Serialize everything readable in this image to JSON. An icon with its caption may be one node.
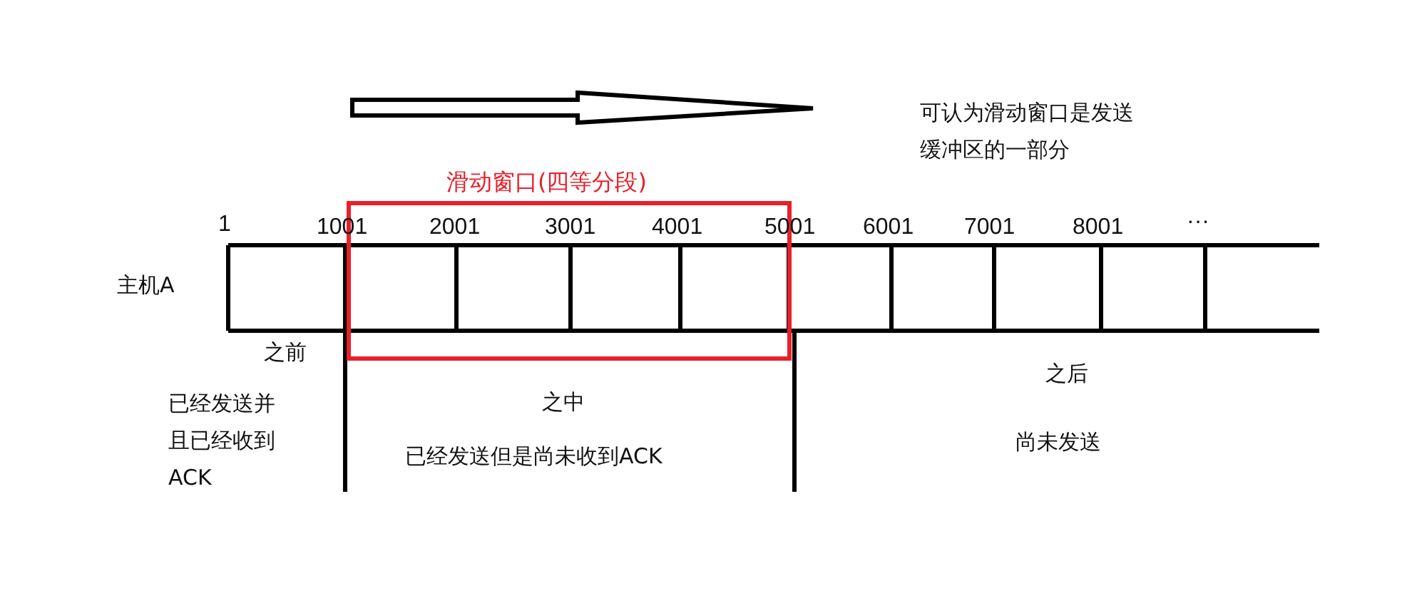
{
  "diagram": {
    "nodes": [
      {
        "text": [
          "滑动窗口(四等分段)"
        ]
      }
    ],
    "edges": [],
    "labels": [
      "可认为滑动窗口是发送缓冲区的一部分",
      "1",
      "1001",
      "2001",
      "3001",
      "4001",
      "5001",
      "6001",
      "7001",
      "8001",
      "···",
      "主机A",
      "之前",
      "之后",
      "已经发送并且已经收到ACK",
      "之中",
      "已经发送但是尚未收到ACK",
      "尚未发送"
    ]
  }
}
